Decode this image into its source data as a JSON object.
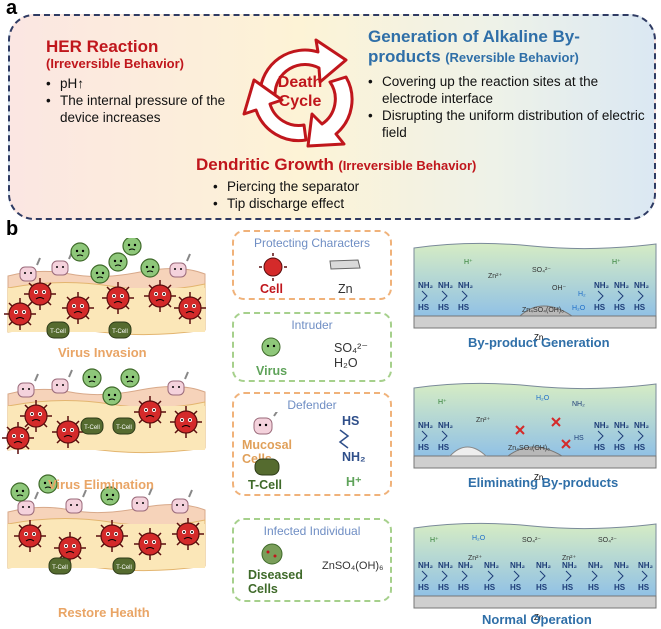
{
  "panel_a": {
    "letter": "a",
    "her": {
      "title": "HER Reaction",
      "subtitle": "(Irreversible Behavior)",
      "bullets": [
        "pH↑",
        "The internal pressure of the device increases"
      ]
    },
    "cycle_label": "Death Cycle",
    "alkaline": {
      "title_line1": "Generation of Alkaline By-",
      "title_line2": "products",
      "subtitle": "(Reversible Behavior)",
      "bullets": [
        "Covering up the reaction sites at the electrode interface",
        "Disrupting the uniform distribution of electric field"
      ]
    },
    "dendritic": {
      "title": "Dendritic Growth",
      "subtitle": "(Irreversible Behavior)",
      "bullets": [
        "Piercing the separator",
        "Tip discharge effect"
      ]
    }
  },
  "panel_b": {
    "letter": "b",
    "left_captions": [
      "Virus Invasion",
      "Virus Elimination",
      "Restore Health"
    ],
    "legend": [
      {
        "title": "Protecting Characters",
        "items": [
          {
            "label": "Cell",
            "color": "#c0161c"
          },
          {
            "label": "Zn",
            "color": "#333333"
          }
        ]
      },
      {
        "title": "Intruder",
        "items": [
          {
            "label": "Virus",
            "color": "#5fa35a"
          },
          {
            "label": "SO₄²⁻"
          },
          {
            "label": "H₂O"
          }
        ]
      },
      {
        "title": "Defender",
        "items": [
          {
            "label": "Mucosal Cells",
            "color": "#e0a05a"
          },
          {
            "label": "T-Cell",
            "color": "#3f6a2a"
          },
          {
            "label": "HS"
          },
          {
            "label": "NH₂"
          },
          {
            "label": "H⁺"
          }
        ]
      },
      {
        "title": "Infected Individual",
        "items": [
          {
            "label": "Diseased Cells",
            "color": "#3f6a2a"
          },
          {
            "label": "ZnSO₄(OH)₆"
          }
        ]
      }
    ],
    "right_captions": [
      "By-product Generation",
      "Eliminating By-products",
      "Normal Operation"
    ],
    "tcell_label": "T-Cell",
    "schematic": {
      "electrode": "Zn",
      "proton": "H⁺",
      "amine": "NH₂",
      "thiol": "HS",
      "zinc_ion": "Zn²⁺",
      "sulfate": "SO₄²⁻",
      "hydroxide": "OH⁻",
      "water": "H₂O",
      "hydrogen": "H₂",
      "byproduct": "Zn₄SO₄(OH)₆"
    },
    "colors": {
      "legend_orange": "#f0b27a",
      "legend_green": "#a6d08c",
      "caption_orange": "#e9a566",
      "caption_blue": "#2f6fa8"
    }
  }
}
